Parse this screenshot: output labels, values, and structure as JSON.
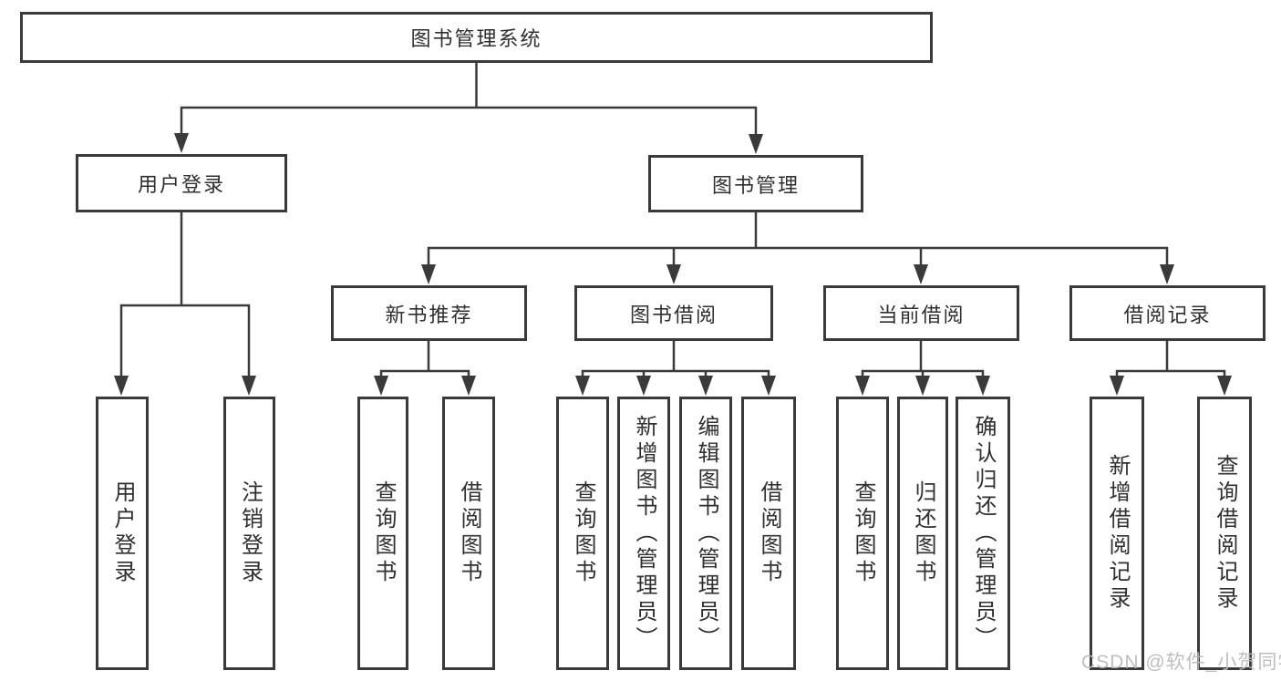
{
  "diagram": {
    "root": {
      "label": "图书管理系统"
    },
    "level2": [
      {
        "label": "用户登录"
      },
      {
        "label": "图书管理"
      }
    ],
    "level3": [
      {
        "label": "新书推荐"
      },
      {
        "label": "图书借阅"
      },
      {
        "label": "当前借阅"
      },
      {
        "label": "借阅记录"
      }
    ],
    "leaves": {
      "user_login": [
        {
          "label": "用户登录"
        },
        {
          "label": "注销登录"
        }
      ],
      "new_book": [
        {
          "label": "查询图书"
        },
        {
          "label": "借阅图书"
        }
      ],
      "book_borrow": [
        {
          "label": "查询图书"
        },
        {
          "label": "新增图书（管理员）"
        },
        {
          "label": "编辑图书（管理员）"
        },
        {
          "label": "借阅图书"
        }
      ],
      "current_borrow": [
        {
          "label": "查询图书"
        },
        {
          "label": "归还图书"
        },
        {
          "label": "确认归还（管理员）"
        }
      ],
      "borrow_records": [
        {
          "label": "新增借阅记录"
        },
        {
          "label": "查询借阅记录"
        }
      ]
    }
  },
  "watermark": {
    "text": "CSDN @软件_小贺同学"
  },
  "colors": {
    "line": "#3a3a3a",
    "text": "#2f2f2f",
    "background": "#ffffff",
    "watermark": "#b9b9b9"
  }
}
